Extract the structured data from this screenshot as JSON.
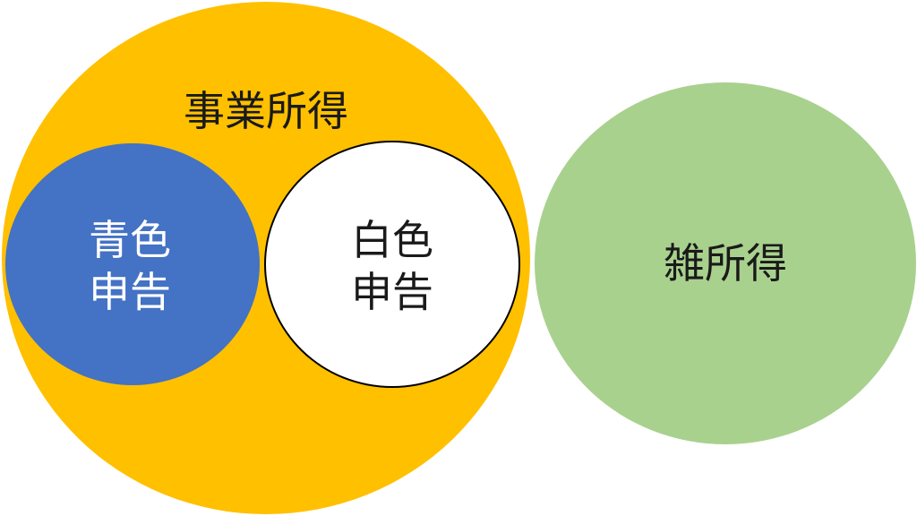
{
  "colors": {
    "business": "#FFC000",
    "blue_filing": "#4472C4",
    "white_filing": "#FFFFFF",
    "misc": "#A9D18E",
    "dark_text": "#1a1a1a",
    "light_text": "#ffffff"
  },
  "circles": {
    "business_income": {
      "label": "事業所得"
    },
    "blue_filing": {
      "line1": "青色",
      "line2": "申告"
    },
    "white_filing": {
      "line1": "白色",
      "line2": "申告"
    },
    "misc_income": {
      "label": "雑所得"
    }
  }
}
